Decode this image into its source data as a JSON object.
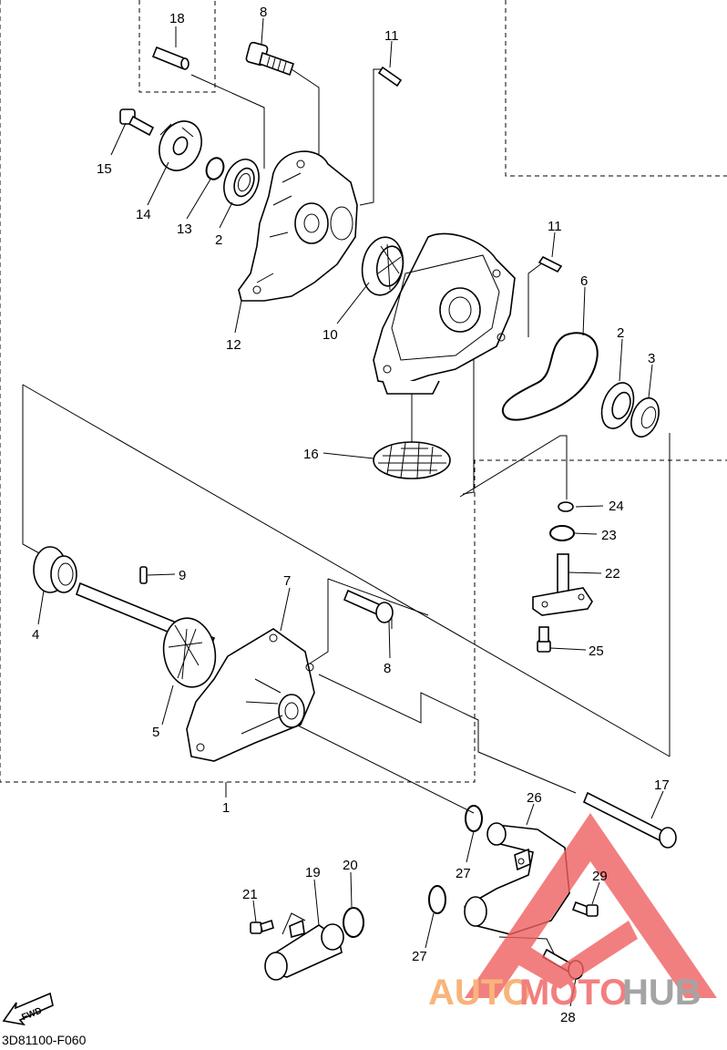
{
  "ref_code": "3D81100-F060",
  "fwd_label": "FWD",
  "watermark": {
    "auto": "AUTO",
    "moto": "MOTO",
    "hub": "HUB",
    "color_orange": "#f7a25a",
    "color_red": "#f06060",
    "color_gray": "#8e8e8e"
  },
  "part_numbers": [
    "18",
    "8",
    "11",
    "15",
    "14",
    "13",
    "2",
    "12",
    "10",
    "11",
    "6",
    "2",
    "3",
    "16",
    "24",
    "23",
    "22",
    "25",
    "9",
    "7",
    "4",
    "8",
    "5",
    "1",
    "17",
    "26",
    "27",
    "29",
    "19",
    "20",
    "21",
    "27",
    "28"
  ]
}
